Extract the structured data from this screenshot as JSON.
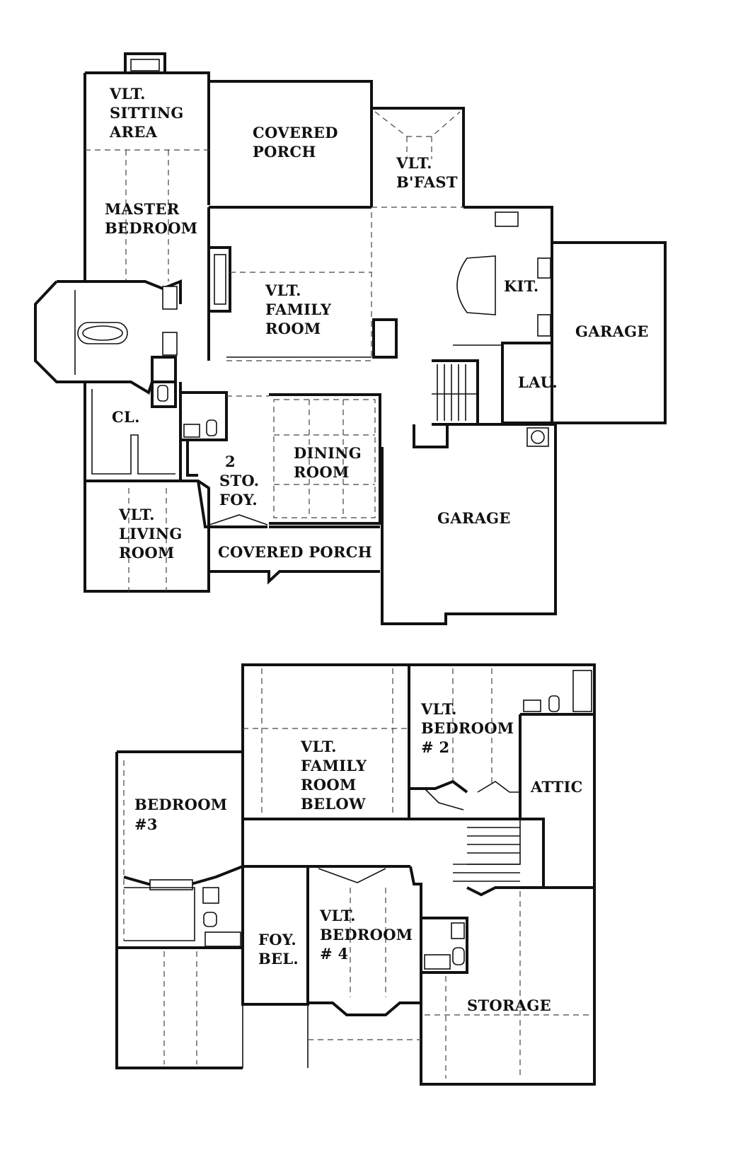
{
  "rooms": {
    "vlt_sitting_area": [
      "VLT.",
      "SITTING",
      "AREA"
    ],
    "covered_porch_rear": [
      "COVERED",
      "PORCH"
    ],
    "vlt_bfast": [
      "VLT.",
      "B'FAST"
    ],
    "master_bedroom": [
      "MASTER",
      "BEDROOM"
    ],
    "kit": [
      "KIT."
    ],
    "vlt_family_room": [
      "VLT.",
      "FAMILY",
      "ROOM"
    ],
    "garage_side": [
      "GARAGE"
    ],
    "lau": [
      "LAU."
    ],
    "cl": [
      "CL."
    ],
    "two_sto_foy": [
      "2",
      "STO.",
      "FOY."
    ],
    "dining_room": [
      "DINING",
      "ROOM"
    ],
    "garage_main": [
      "GARAGE"
    ],
    "vlt_living_room": [
      "VLT.",
      "LIVING",
      "ROOM"
    ],
    "covered_porch_front": [
      "COVERED PORCH"
    ],
    "vlt_bedroom_2": [
      "VLT.",
      "BEDROOM",
      "# 2"
    ],
    "vlt_family_room_below": [
      "VLT.",
      "FAMILY",
      "ROOM",
      "BELOW"
    ],
    "attic": [
      "ATTIC"
    ],
    "bedroom_3": [
      "BEDROOM",
      "#3"
    ],
    "foy_bel": [
      "FOY.",
      "BEL."
    ],
    "vlt_bedroom_4": [
      "VLT.",
      "BEDROOM",
      "# 4"
    ],
    "storage": [
      "STORAGE"
    ]
  }
}
